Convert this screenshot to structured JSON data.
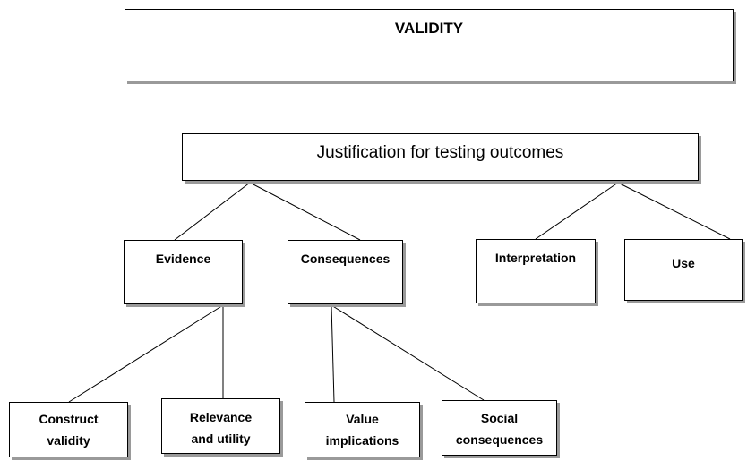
{
  "diagram": {
    "title": "VALIDITY",
    "root": "Justification for testing outcomes",
    "level1": {
      "evidence": "Evidence",
      "consequences": "Consequences",
      "interpretation": "Interpretation",
      "use": "Use"
    },
    "level2": {
      "construct_line1": "Construct",
      "construct_line2": "validity",
      "relevance_line1": "Relevance",
      "relevance_line2": "and utility",
      "value_line1": "Value",
      "value_line2": "implications",
      "social_line1": "Social",
      "social_line2": "consequences"
    }
  }
}
